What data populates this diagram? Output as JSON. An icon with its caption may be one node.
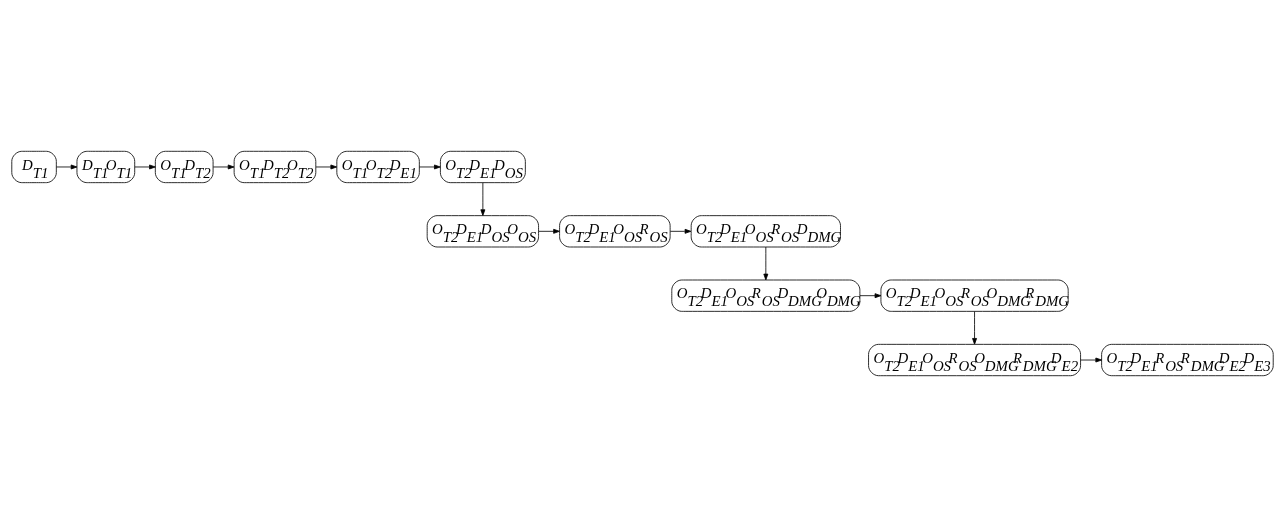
{
  "diagram": {
    "nodes": [
      {
        "text": [
          "D$_{T1}$"
        ]
      },
      {
        "text": [
          "D$_{T1}$O$_{T1}$"
        ]
      },
      {
        "text": [
          "O$_{T1}$D$_{T2}$"
        ]
      },
      {
        "text": [
          "O$_{T1}$D$_{T2}$O$_{T2}$"
        ]
      },
      {
        "text": [
          "O$_{T1}$O$_{T2}$D$_{E1}$"
        ]
      },
      {
        "text": [
          "O$_{T2}$D$_{E1}$D$_{OS}$"
        ]
      },
      {
        "text": [
          "O$_{T2}$D$_{E1}$D$_{OS}$O$_{OS}$"
        ]
      },
      {
        "text": [
          "O$_{T2}$D$_{E1}$O$_{OS}$R$_{OS}$"
        ]
      },
      {
        "text": [
          "O$_{T2}$D$_{E1}$O$_{OS}$R$_{OS}$D$_{DMG}$"
        ]
      },
      {
        "text": [
          "O$_{T2}$D$_{E1}$O$_{OS}$R$_{OS}$D$_{DMG}$O$_{DMG}$"
        ]
      },
      {
        "text": [
          "O$_{T2}$D$_{E1}$O$_{OS}$R$_{OS}$O$_{DMG}$R$_{DMG}$"
        ]
      },
      {
        "text": [
          "O$_{T2}$D$_{E1}$O$_{OS}$R$_{OS}$O$_{DMG}$R$_{DMG}$D$_{E2}$"
        ]
      },
      {
        "text": [
          "O$_{T2}$D$_{E1}$R$_{OS}$R$_{DMG}$D$_{E2}$D$_{E3}$"
        ]
      }
    ],
    "edges": [
      {
        "from": 0,
        "to": 1,
        "arrow": "to"
      },
      {
        "from": 1,
        "to": 2,
        "arrow": "to"
      },
      {
        "from": 2,
        "to": 3,
        "arrow": "to"
      },
      {
        "from": 3,
        "to": 4,
        "arrow": "to"
      },
      {
        "from": 4,
        "to": 5,
        "arrow": "to"
      },
      {
        "from": 5,
        "to": 6,
        "arrow": "to"
      },
      {
        "from": 6,
        "to": 7,
        "arrow": "to"
      },
      {
        "from": 7,
        "to": 8,
        "arrow": "to"
      },
      {
        "from": 8,
        "to": 9,
        "arrow": "to"
      },
      {
        "from": 9,
        "to": 10,
        "arrow": "to"
      },
      {
        "from": 10,
        "to": 11,
        "arrow": "to"
      },
      {
        "from": 11,
        "to": 12,
        "arrow": "to"
      }
    ]
  }
}
